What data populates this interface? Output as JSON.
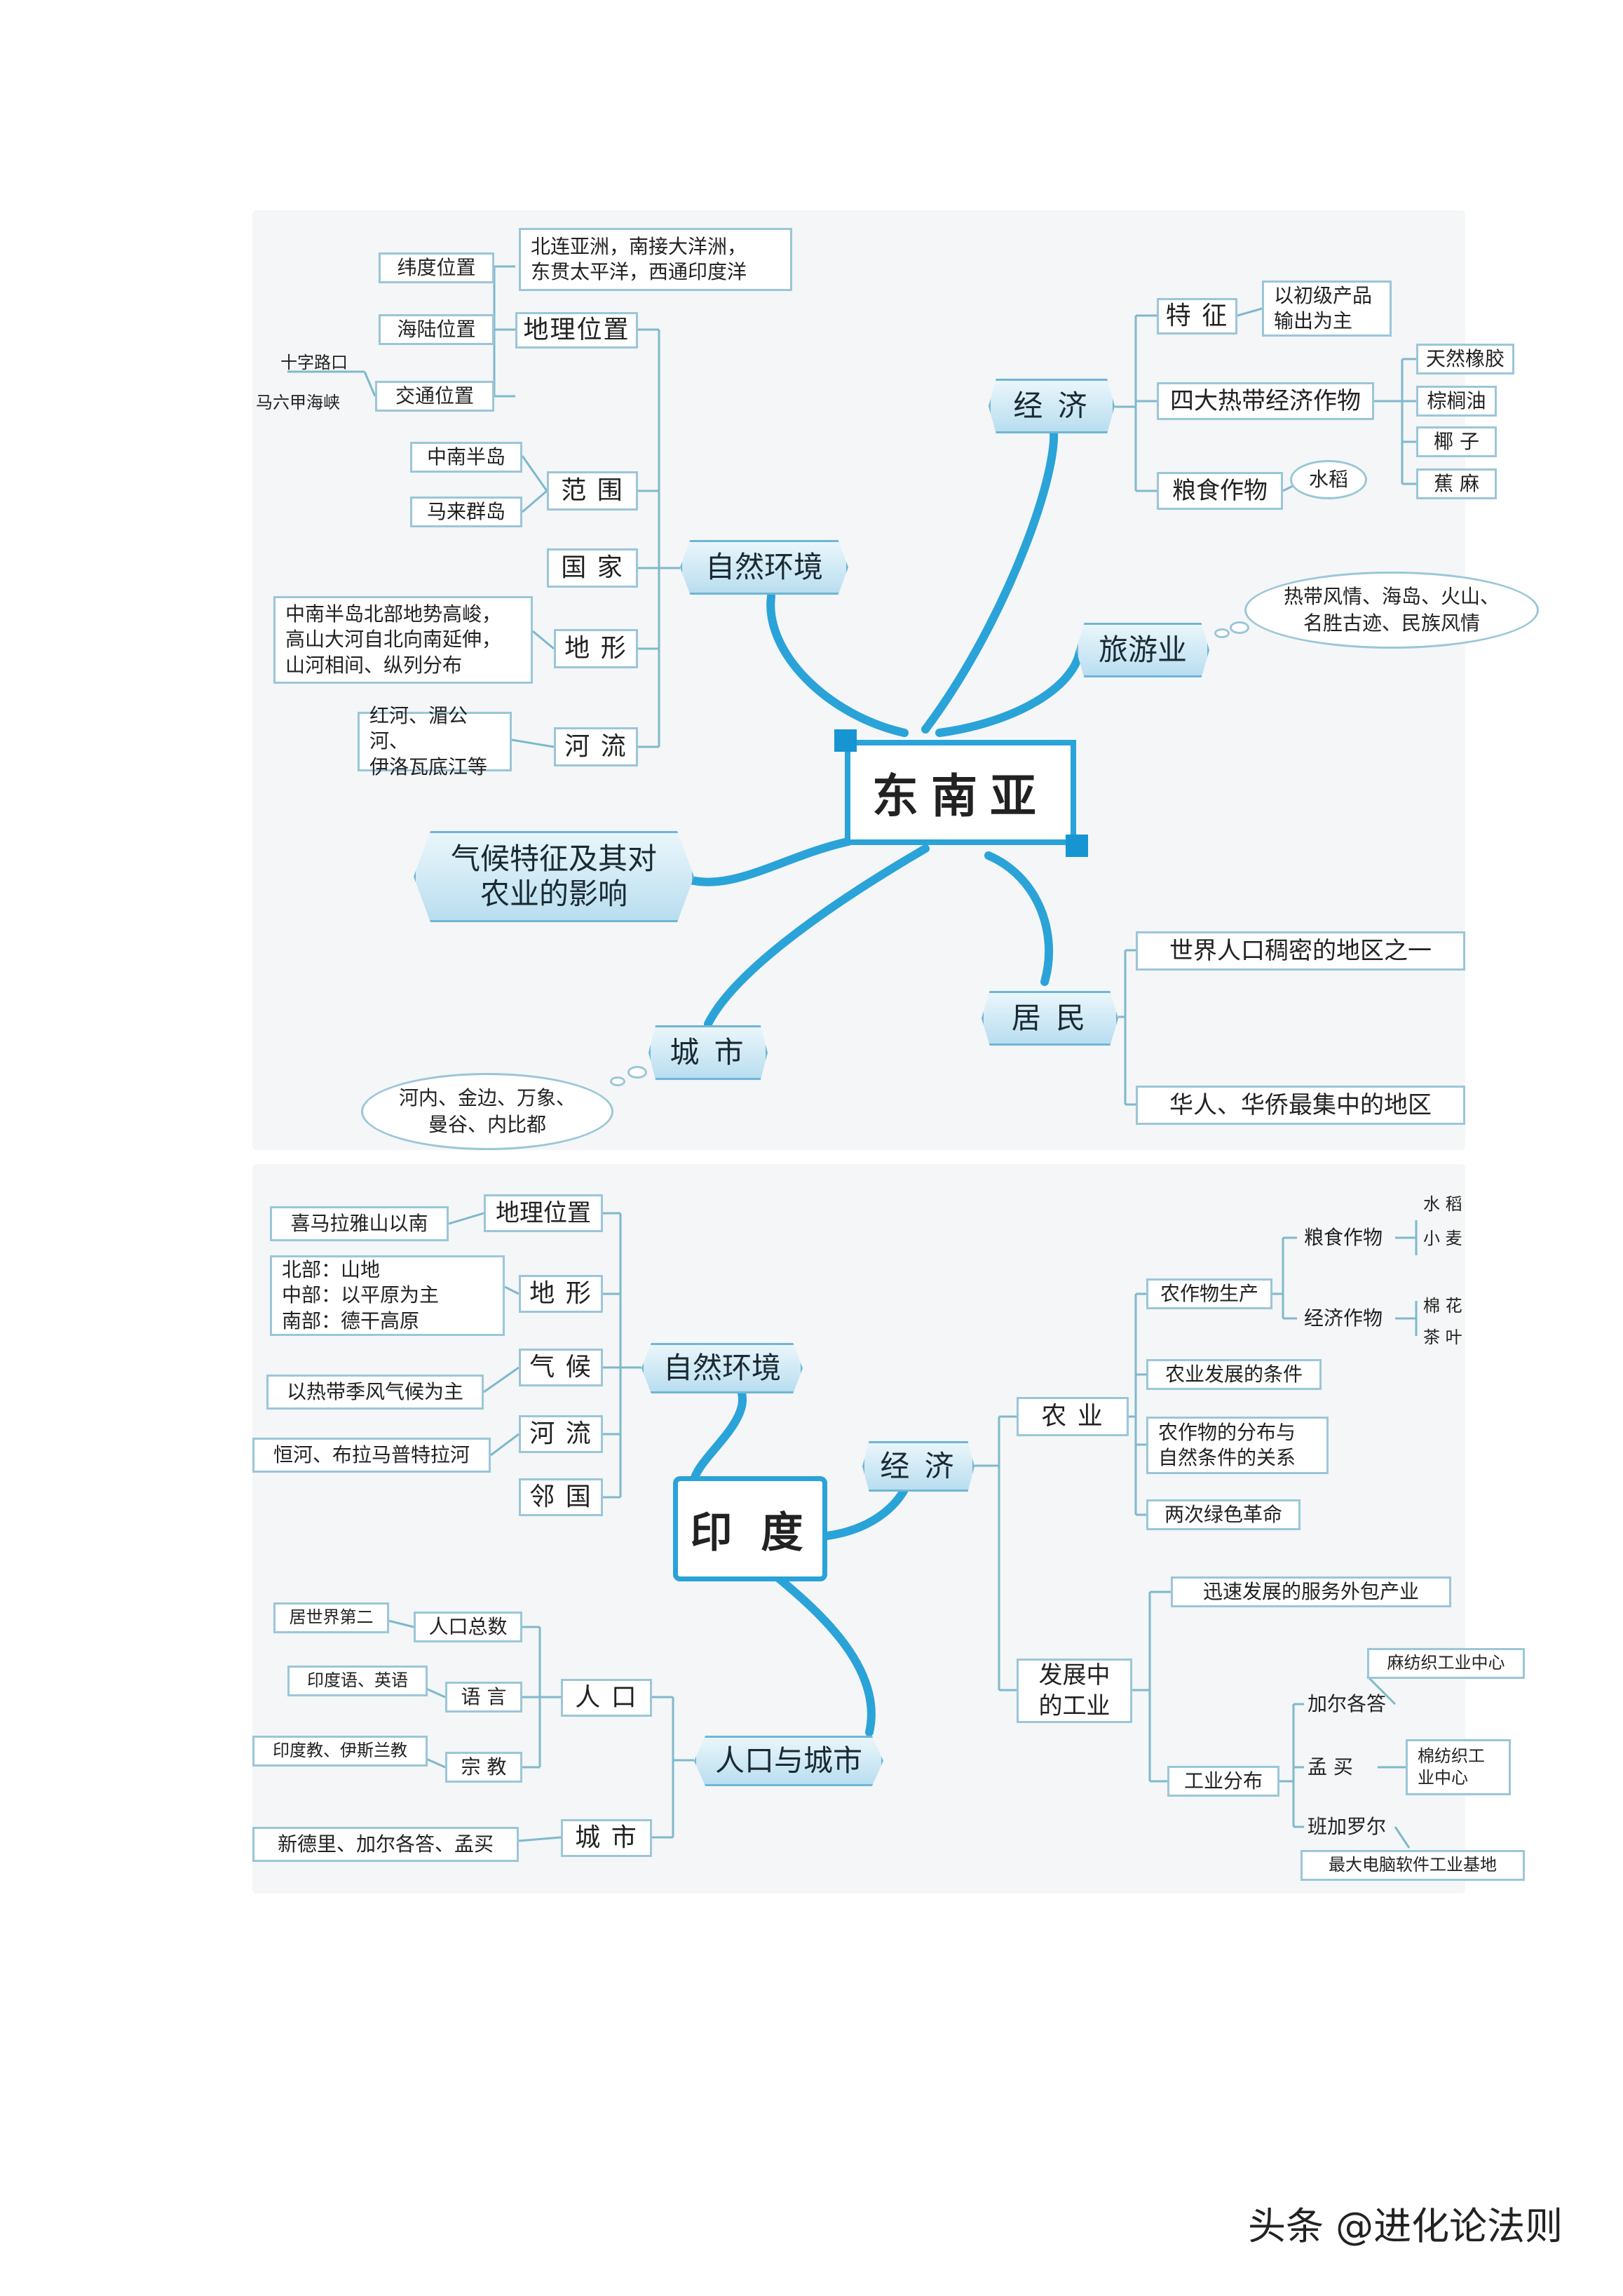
{
  "sea": {
    "center": "东南亚",
    "natural": {
      "title": "自然环境",
      "location": {
        "label": "地理位置",
        "desc_line1": "北连亚洲，南接大洋洲，",
        "desc_line2": "东贯太平洋，西通印度洋",
        "latitude": "纬度位置",
        "sea_land": "海陆位置",
        "traffic": "交通位置",
        "crossroad": "十字路口",
        "strait": "马六甲海峡"
      },
      "range": {
        "label": "范 围",
        "item1": "中南半岛",
        "item2": "马来群岛"
      },
      "country": {
        "label": "国 家"
      },
      "terrain": {
        "label": "地 形",
        "line1": "中南半岛北部地势高峻，",
        "line2": "高山大河自北向南延伸，",
        "line3": "山河相间、纵列分布"
      },
      "river": {
        "label": "河 流",
        "line1": "红河、湄公河、",
        "line2": "伊洛瓦底江等"
      }
    },
    "economy": {
      "title": "经 济",
      "feature": {
        "label": "特 征",
        "line1": "以初级产品",
        "line2": "输出为主"
      },
      "crops": {
        "label": "四大热带经济作物",
        "items": [
          "天然橡胶",
          "棕榈油",
          "椰 子",
          "蕉 麻"
        ]
      },
      "food": {
        "label": "粮食作物",
        "rice": "水稻"
      }
    },
    "tourism": {
      "title": "旅游业",
      "line1": "热带风情、海岛、火山、",
      "line2": "名胜古迹、民族风情"
    },
    "climate": {
      "line1": "气候特征及其对",
      "line2": "农业的影响"
    },
    "residents": {
      "title": "居 民",
      "item1": "世界人口稠密的地区之一",
      "item2": "华人、华侨最集中的地区"
    },
    "city": {
      "title": "城 市",
      "line1": "河内、金边、万象、",
      "line2": "曼谷、内比都"
    }
  },
  "india": {
    "center": "印 度",
    "natural": {
      "title": "自然环境",
      "location": {
        "label": "地理位置",
        "desc": "喜马拉雅山以南"
      },
      "terrain": {
        "label": "地 形",
        "line1": "北部：山地",
        "line2": "中部：以平原为主",
        "line3": "南部：德干高原"
      },
      "climate": {
        "label": "气 候",
        "desc": "以热带季风气候为主"
      },
      "river": {
        "label": "河 流",
        "desc": "恒河、布拉马普特拉河"
      },
      "neighbor": {
        "label": "邻 国"
      }
    },
    "population": {
      "title": "人口与城市",
      "people": {
        "label": "人 口",
        "total": "人口总数",
        "total_desc": "居世界第二",
        "language": "语 言",
        "language_desc": "印度语、英语",
        "religion": "宗 教",
        "religion_desc": "印度教、伊斯兰教"
      },
      "city": {
        "label": "城 市",
        "desc": "新德里、加尔各答、孟买"
      }
    },
    "economy": {
      "title": "经 济",
      "agriculture": {
        "label": "农 业",
        "production": "农作物生产",
        "food": "粮食作物",
        "rice": "水 稻",
        "wheat": "小 麦",
        "cash": "经济作物",
        "cotton": "棉 花",
        "tea": "茶 叶",
        "conditions": "农业发展的条件",
        "relation_line1": "农作物的分布与",
        "relation_line2": "自然条件的关系",
        "green": "两次绿色革命"
      },
      "industry": {
        "label_line1": "发展中",
        "label_line2": "的工业",
        "outsourcing": "迅速发展的服务外包产业",
        "distribution": "工业分布",
        "kolkata": "加尔各答",
        "kolkata_desc": "麻纺织工业中心",
        "mumbai": "孟 买",
        "mumbai_line1": "棉纺织工",
        "mumbai_line2": "业中心",
        "bangalore": "班加罗尔",
        "bangalore_desc": "最大电脑软件工业基地"
      }
    }
  },
  "watermark": "头条 @进化论法则",
  "colors": {
    "branch": "#2aa3d8",
    "leaf_line": "#7fb8cc",
    "box_border": "#9bc6d8"
  }
}
